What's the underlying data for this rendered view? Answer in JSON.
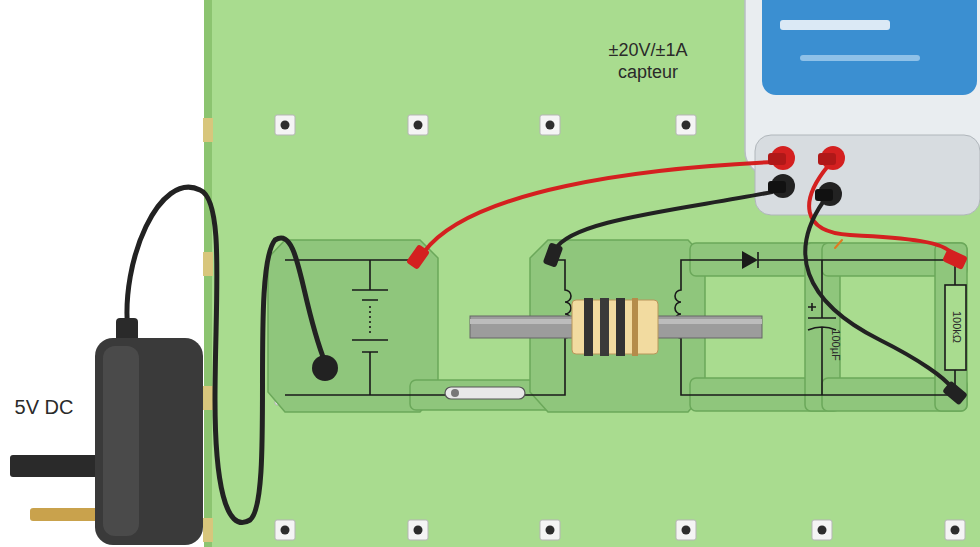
{
  "diagram": {
    "labels": [
      "±20V/±1A capteur",
      "5V DC",
      "100µF",
      "100kΩ"
    ]
  }
}
